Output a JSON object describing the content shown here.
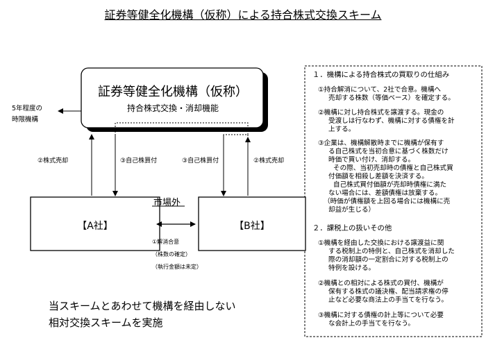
{
  "title": "証券等健全化機構（仮称）による持合株式交換スキーム",
  "organization": {
    "name": "証券等健全化機構（仮称）",
    "function": "持合株式交換・消却機能"
  },
  "time_limit": [
    "5年程度の",
    "時限機構"
  ],
  "company_a": "【A社】",
  "company_b": "【B社】",
  "market_label": "市場外",
  "arrow_labels": {
    "sell_left": "②株式売却",
    "buyback_left": "③自己株買付",
    "buyback_right": "③自己株買付",
    "sell_right": "②株式売却"
  },
  "agreement": [
    "①解消合意",
    "（株数の確定）",
    "（執行金額は未定）"
  ],
  "bottom_text": [
    "当スキームとあわせて機構を経由しない",
    "相対交換スキームを実施"
  ],
  "right_panel": {
    "lines": [
      "１．機構による持合株式の買取りの仕組み",
      "①持合解消について、2社で合意。機構へ",
      "売却する株数（等価ベース）を確定する。",
      "②機構に対し持合株式を譲渡する。現金の",
      "受渡しは行なわず、機構に対する債権を計",
      "上する。",
      "③企業は、機構解散時までに機構が保有す",
      "る自己株式を当初合意に基づく株数だけ",
      "時価で買い付け、消却する。",
      "その際、当初売却時の債権と自己株式買",
      "付価額を相殺し差額を決済する。",
      "自己株式買付価額が売却時債権に満た",
      "ない場合には、差額債権は放棄する。",
      "（時価が債権額を上回る場合には機構に売",
      "却益が生じる）",
      "２．課税上の扱いその他",
      "①機構を経由した交換における譲渡益に関",
      "する税制上の特例と、自己株式を消却した",
      "際の消却額の一定割合に対する税制上の",
      "特例を設ける。",
      "②機構との相対による株式の買付、機構が",
      "保有する株式の議決権、配当請求権の停",
      "止など必要な商法上の手当てを行なう。",
      "③機構に対する債権の計上等について必要",
      "な会計上の手当てを行なう。"
    ]
  }
}
